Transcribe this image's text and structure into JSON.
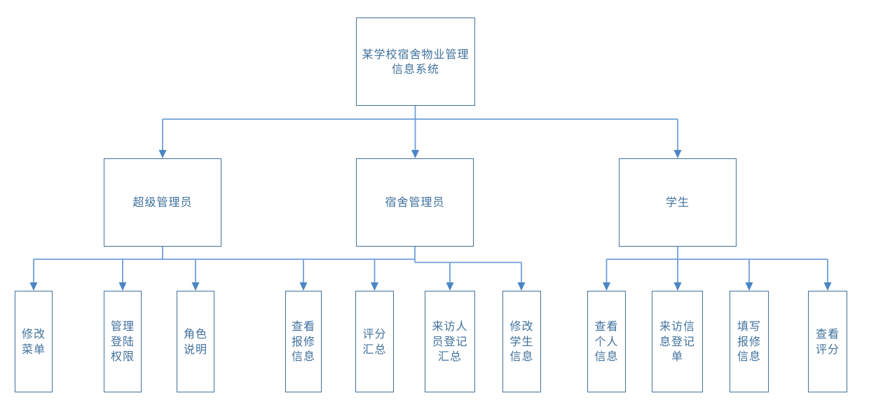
{
  "diagram": {
    "root": {
      "label": "某学校宿舍物业管理\n信息系统"
    },
    "branches": [
      {
        "label": "超级管理员",
        "children": [
          {
            "label": "修改\n菜单"
          },
          {
            "label": "管理\n登陆\n权限"
          },
          {
            "label": "角色\n说明"
          }
        ]
      },
      {
        "label": "宿舍管理员",
        "children": [
          {
            "label": "查看\n报修\n信息"
          },
          {
            "label": "评分\n汇总"
          },
          {
            "label": "来访人\n员登记\n汇总"
          },
          {
            "label": "修改\n学生\n信息"
          }
        ]
      },
      {
        "label": "学生",
        "children": [
          {
            "label": "查看\n个人\n信息"
          },
          {
            "label": "来访信\n息登记\n单"
          },
          {
            "label": "填写\n报修\n信息"
          },
          {
            "label": "查看\n评分"
          }
        ]
      }
    ],
    "colors": {
      "background": "#ffffff",
      "box_border": "#41719c",
      "text": "#41719c",
      "connector_line": "#6f9fd8",
      "arrowhead": "#4a86c5"
    }
  }
}
